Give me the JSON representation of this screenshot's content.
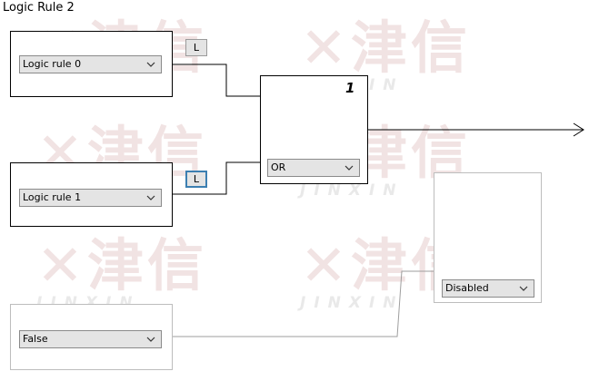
{
  "title": "Logic Rule 2",
  "watermark": {
    "brand_cn": "津信",
    "brand_en": "JINXIN"
  },
  "input1": {
    "selected": "Logic rule 0",
    "latch_label": "L"
  },
  "input2": {
    "selected": "Logic rule 1",
    "latch_label": "L"
  },
  "input3": {
    "selected": "False"
  },
  "gate": {
    "number": "1",
    "selected": "OR"
  },
  "output_option": {
    "selected": "Disabled"
  },
  "colors": {
    "focus_border": "#3c7fb1",
    "dropdown_bg": "#e4e4e4",
    "watermark": "#f1e3e3"
  }
}
